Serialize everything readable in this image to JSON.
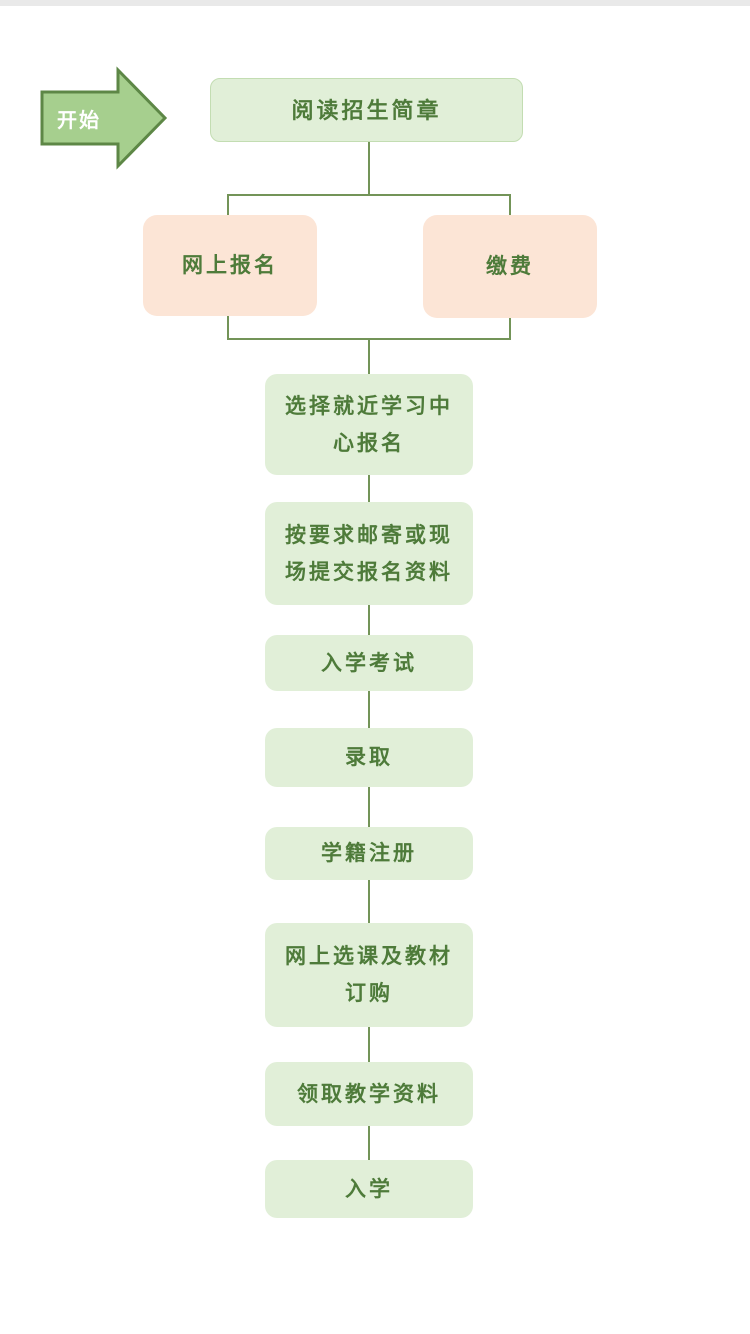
{
  "page": {
    "background": "#ffffff",
    "status_bar_color": "#e9e9e9"
  },
  "colors": {
    "green_node_fill": "#e1efd8",
    "green_node_border": "#c3ddb2",
    "pink_node_fill": "#fce5d6",
    "node_text": "#4e7b3a",
    "connector": "#739458",
    "start_arrow_fill": "#a6cf8e",
    "start_arrow_border": "#5d8746",
    "start_arrow_text": "#ffffff"
  },
  "flowchart": {
    "start": {
      "label": "开始"
    },
    "nodes": [
      {
        "label": "阅读招生简章"
      },
      {
        "label": "网上报名"
      },
      {
        "label": "缴费"
      },
      {
        "label": "选择就近学习中心报名"
      },
      {
        "label": "按要求邮寄或现场提交报名资料"
      },
      {
        "label": "入学考试"
      },
      {
        "label": "录取"
      },
      {
        "label": "学籍注册"
      },
      {
        "label": "网上选课及教材订购"
      },
      {
        "label": "领取教学资料"
      },
      {
        "label": "入学"
      }
    ]
  }
}
